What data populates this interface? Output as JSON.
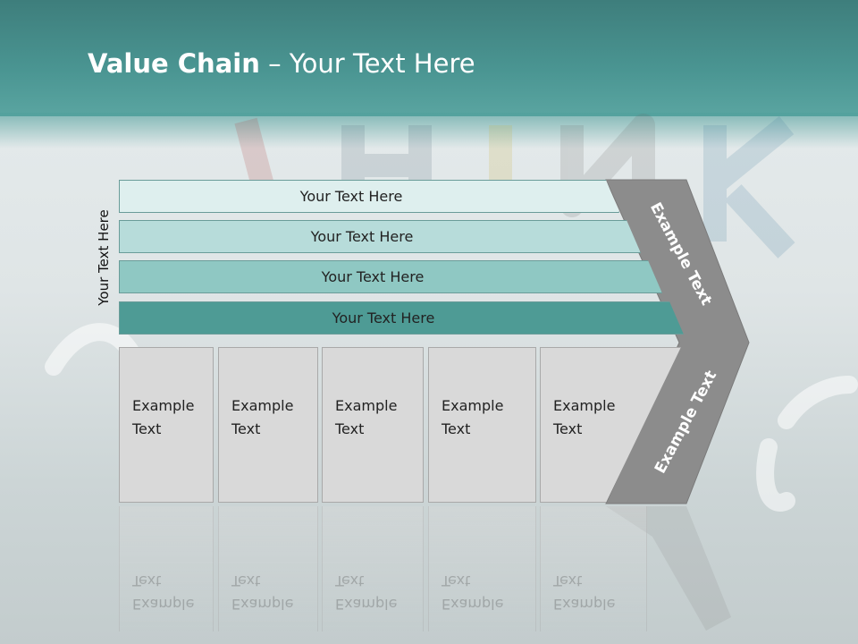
{
  "slide": {
    "title_bold": "Value Chain",
    "title_rest": " – Your Text Here",
    "side_label": "Your Text Here"
  },
  "rows": [
    {
      "label": "Your Text Here",
      "color": "#deefee"
    },
    {
      "label": "Your Text Here",
      "color": "#b7dcda"
    },
    {
      "label": "Your Text Here",
      "color": "#8fc8c3"
    },
    {
      "label": "Your Text Here",
      "color": "#4e9b95"
    }
  ],
  "cells": [
    {
      "label": "Example Text"
    },
    {
      "label": "Example Text"
    },
    {
      "label": "Example Text"
    },
    {
      "label": "Example Text"
    },
    {
      "label": "Example Text"
    }
  ],
  "arrow": {
    "top_text": "Example Text",
    "bottom_text": "Example Text",
    "color": "#8c8c8c"
  }
}
